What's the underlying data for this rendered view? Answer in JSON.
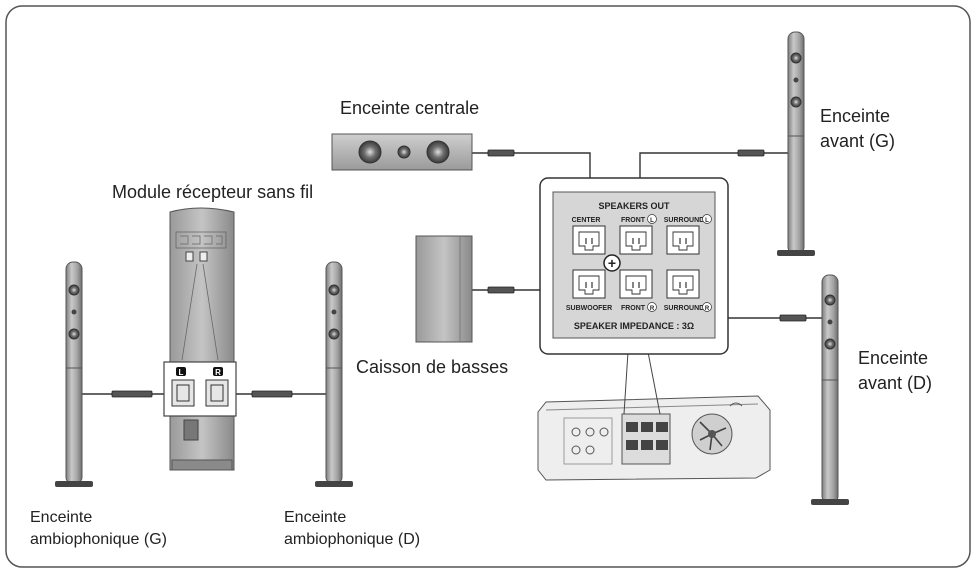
{
  "labels": {
    "center": "Enceinte centrale",
    "front_left_1": "Enceinte",
    "front_left_2": "avant (G)",
    "front_right_1": "Enceinte",
    "front_right_2": "avant (D)",
    "wireless_module": "Module récepteur sans fil",
    "subwoofer": "Caisson de basses",
    "surround_left_1": "Enceinte",
    "surround_left_2": "ambiophonique (G)",
    "surround_right_1": "Enceinte",
    "surround_right_2": "ambiophonique (D)"
  },
  "panel": {
    "title": "SPEAKERS OUT",
    "center": "CENTER",
    "front": "FRONT",
    "surround": "SURROUND",
    "subwoofer": "SUBWOOFER",
    "impedance": "SPEAKER IMPEDANCE : 3Ω",
    "badge_l": "L",
    "badge_r": "R",
    "plus": "+"
  },
  "module_badges": {
    "l": "L",
    "r": "R"
  },
  "colors": {
    "outline": "#555555",
    "speaker_body": "#a8a8a8",
    "panel_bg": "#d6d6d6",
    "cable": "#333333"
  }
}
